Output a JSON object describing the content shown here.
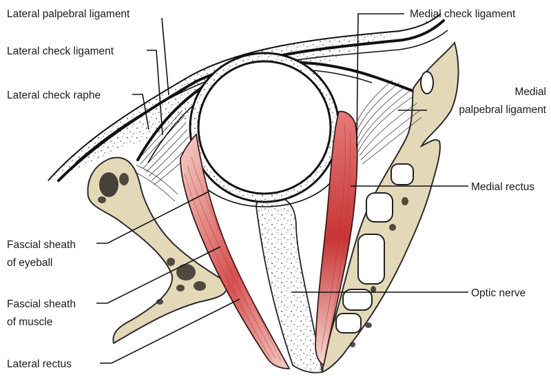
{
  "colors": {
    "bone": "#e3d8b8",
    "marrow": "#2b2621",
    "muscle_dark": "#c83535",
    "muscle_light": "#f3d0c8",
    "outline": "#111111"
  },
  "labels": {
    "lateral_palpebral_ligament": "Lateral palpebral ligament",
    "lateral_check_ligament": "Lateral check ligament",
    "lateral_check_raphe": "Lateral check raphe",
    "fascial_sheath_eyeball_1": "Fascial sheath",
    "fascial_sheath_eyeball_2": "of eyeball",
    "fascial_sheath_muscle_1": "Fascial sheath",
    "fascial_sheath_muscle_2": "of muscle",
    "lateral_rectus": "Lateral rectus",
    "medial_check_ligament": "Medial check ligament",
    "medial_palpebral_ligament_1": "Medial",
    "medial_palpebral_ligament_2": "palpebral ligament",
    "medial_rectus": "Medial rectus",
    "optic_nerve": "Optic nerve"
  }
}
